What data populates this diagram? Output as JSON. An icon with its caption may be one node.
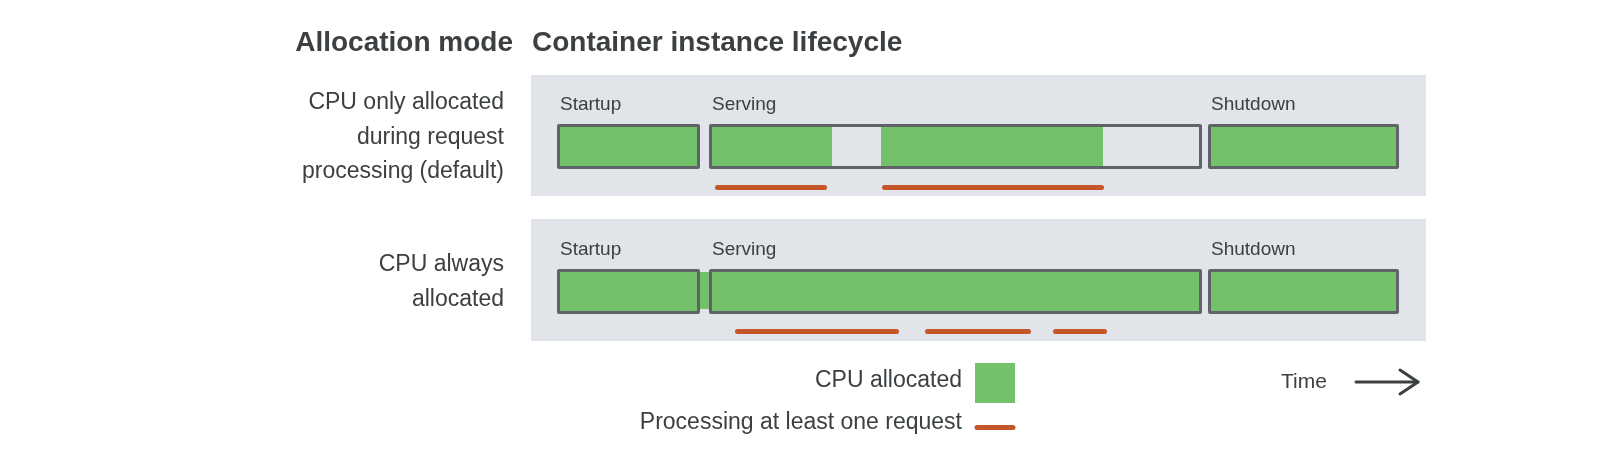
{
  "diagram": {
    "nodes": [
      {
        "text": [],
        "shape": "box",
        "beside": [
          "CPU only allocated during request processing (default)"
        ]
      },
      {
        "text": [
          "Startup"
        ],
        "in": 0
      },
      {
        "text": [
          "Serving"
        ],
        "in": 0
      },
      {
        "text": [
          "Shutdown"
        ],
        "in": 0
      },
      {
        "text": [],
        "shape": "box",
        "beside": [
          "CPU always allocated"
        ]
      },
      {
        "text": [
          "Startup"
        ],
        "in": 4
      },
      {
        "text": [
          "Serving"
        ],
        "in": 4
      },
      {
        "text": [
          "Shutdown"
        ],
        "in": 4
      }
    ],
    "labels": [
      "Allocation mode",
      "Container instance lifecycle",
      "Time"
    ],
    "legend": [
      {
        "text": "CPU allocated",
        "color": "#73c16a"
      },
      {
        "text": "Processing at least one request"
      }
    ]
  }
}
